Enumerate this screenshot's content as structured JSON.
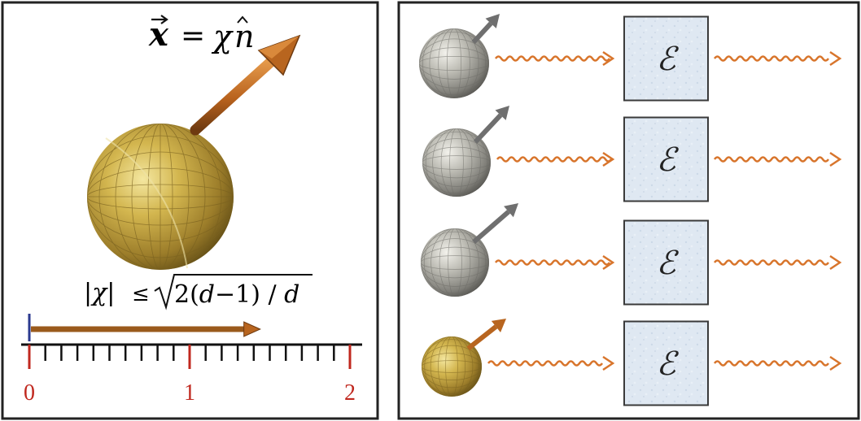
{
  "left_panel": {
    "vector_equation": {
      "lhs": "x",
      "equals": "=",
      "chi": "χ",
      "n": "n"
    },
    "bound": {
      "abs_chi": "|χ|",
      "leq": "≤",
      "radicand_open": "2(",
      "d1": "d",
      "minus": "−",
      "one": "1",
      "close_slash": ") / ",
      "d2": "d"
    },
    "axis": {
      "labels": [
        "0",
        "1",
        "2"
      ],
      "minor_ticks_per_unit": 10,
      "arrow_length": 1.44
    },
    "colors": {
      "sphere": "#c7a945",
      "sphere_grid": "#8a6f25",
      "arrow": "#c26a22",
      "axis_labels": "#c0281f",
      "origin_marker": "#2b3a8f"
    }
  },
  "right_panel": {
    "rows": [
      {
        "sphere_color": "gray",
        "arrow_color": "gray",
        "channel_label": "ℰ"
      },
      {
        "sphere_color": "gray",
        "arrow_color": "gray",
        "channel_label": "ℰ"
      },
      {
        "sphere_color": "gray",
        "arrow_color": "gray",
        "channel_label": "ℰ"
      },
      {
        "sphere_color": "gold",
        "arrow_color": "orange",
        "channel_label": "ℰ"
      }
    ],
    "colors": {
      "channel_box_fill": "#dfe8f2",
      "channel_box_stroke": "#3a3a3a",
      "wave": "#d8752c",
      "gray_sphere": "#a9a9a2",
      "gold_sphere": "#c7a945"
    }
  }
}
